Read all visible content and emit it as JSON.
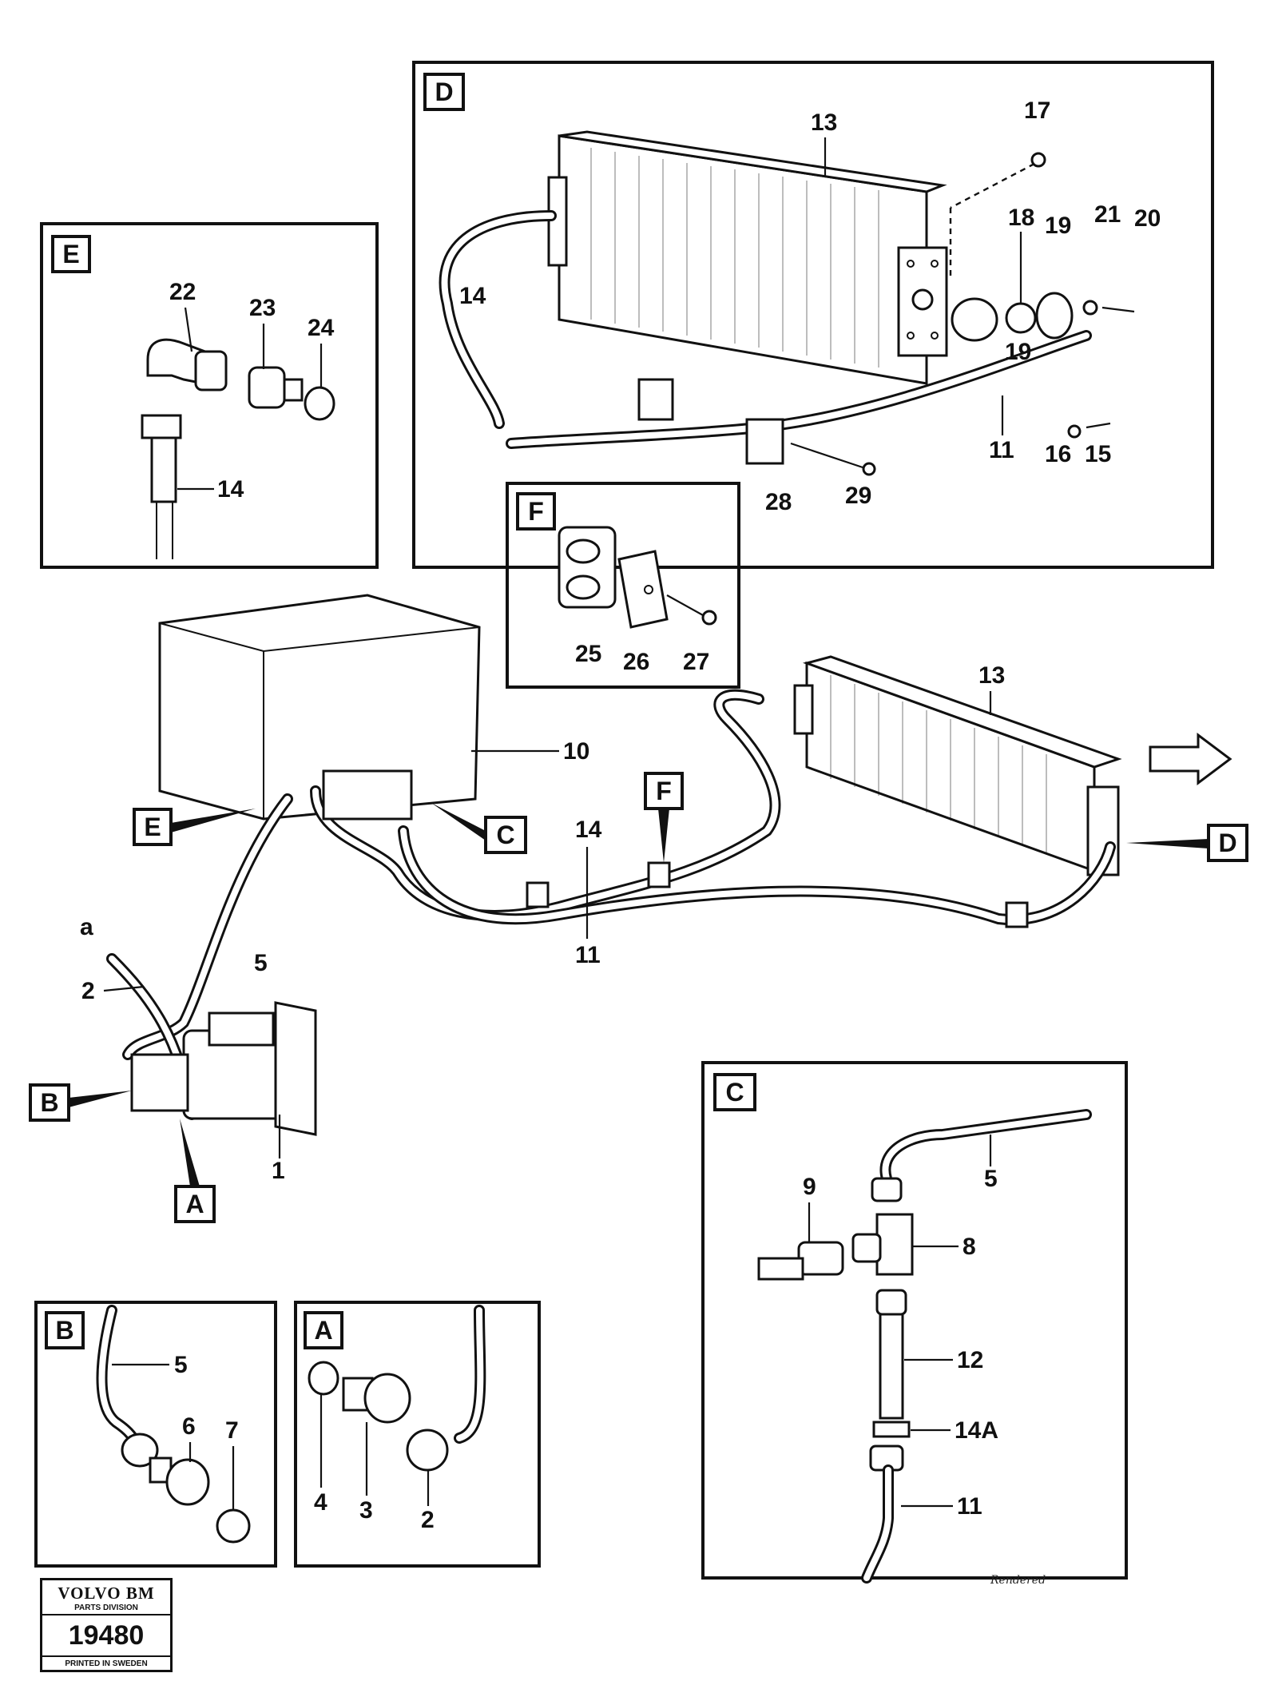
{
  "tags": {
    "A": "A",
    "B": "B",
    "C": "C",
    "D": "D",
    "E": "E",
    "F": "F",
    "a": "a"
  },
  "numbers": {
    "n1": "1",
    "n2": "2",
    "n3": "3",
    "n4": "4",
    "n5": "5",
    "n6": "6",
    "n7": "7",
    "n8": "8",
    "n9": "9",
    "n10": "10",
    "n11": "11",
    "n12": "12",
    "n13": "13",
    "n14": "14",
    "n14A": "14A",
    "n15": "15",
    "n16": "16",
    "n17": "17",
    "n18": "18",
    "n19": "19",
    "n20": "20",
    "n21": "21",
    "n22": "22",
    "n23": "23",
    "n24": "24",
    "n25": "25",
    "n26": "26",
    "n27": "27",
    "n28": "28",
    "n29": "29"
  },
  "logo": {
    "brand": "VOLVO BM",
    "division": "PARTS DIVISION",
    "drawing_number": "19480",
    "printed": "PRINTED IN SWEDEN"
  },
  "signature": "Rendered"
}
